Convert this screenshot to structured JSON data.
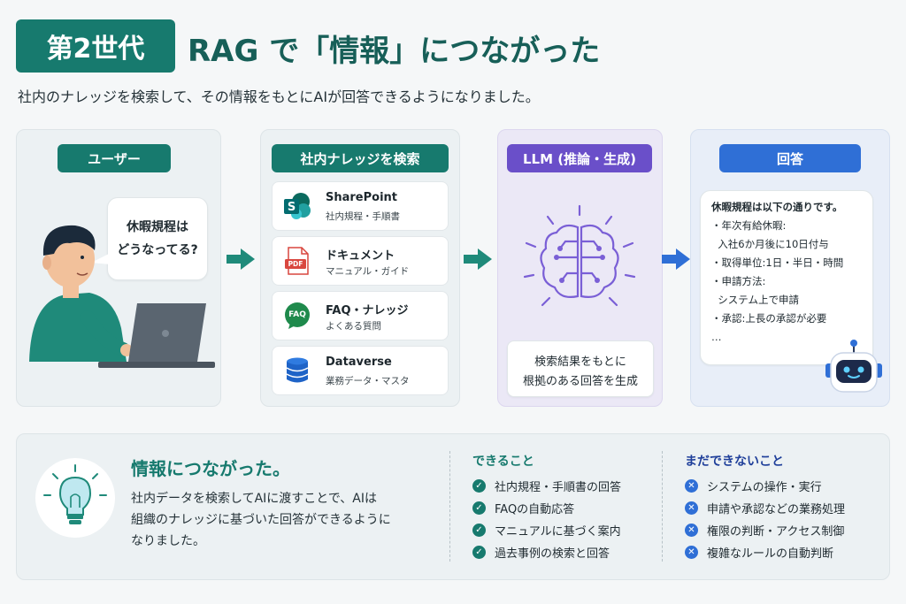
{
  "header": {
    "badge": "第2世代",
    "title": "RAG で「情報」につながった",
    "subtitle": "社内のナレッジを検索して、その情報をもとにAIが回答できるようになりました。"
  },
  "user_panel": {
    "label": "ユーザー",
    "bubble_line1": "休暇規程は",
    "bubble_line2": "どうなってる?"
  },
  "search_panel": {
    "label": "社内ナレッジを検索",
    "sources": [
      {
        "title": "SharePoint",
        "subtitle": "社内規程・手順書",
        "icon": "sharepoint-icon"
      },
      {
        "title": "ドキュメント",
        "subtitle": "マニュアル・ガイド",
        "icon": "pdf-icon",
        "icon_text": "PDF"
      },
      {
        "title": "FAQ・ナレッジ",
        "subtitle": "よくある質問",
        "icon": "faq-icon",
        "icon_text": "FAQ"
      },
      {
        "title": "Dataverse",
        "subtitle": "業務データ・マスタ",
        "icon": "database-icon"
      }
    ]
  },
  "llm_panel": {
    "label": "LLM (推論・生成)",
    "caption_line1": "検索結果をもとに",
    "caption_line2": "根拠のある回答を生成"
  },
  "answer_panel": {
    "label": "回答",
    "lines": [
      "休暇規程は以下の通りです。",
      "・年次有給休暇:",
      "  入社6か月後に10日付与",
      "・取得単位:1日・半日・時間",
      "・申請方法:",
      "  システム上で申請",
      "・承認:上長の承認が必要",
      "…"
    ]
  },
  "bottom": {
    "title": "情報につながった。",
    "body_lines": [
      "社内データを検索してAIに渡すことで、AIは",
      "組織のナレッジに基づいた回答ができるように",
      "なりました。"
    ],
    "can_heading": "できること",
    "can_items": [
      "社内規程・手順書の回答",
      "FAQの自動応答",
      "マニュアルに基づく案内",
      "過去事例の検索と回答"
    ],
    "cannot_heading": "まだできないこと",
    "cannot_items": [
      "システムの操作・実行",
      "申請や承認などの業務処理",
      "権限の判断・アクセス制御",
      "複雑なルールの自動判断"
    ]
  },
  "colors": {
    "teal": "#177a6e",
    "purple": "#6a4fc9",
    "blue": "#2f6fd6",
    "navy_heading": "#1f3f9a"
  }
}
